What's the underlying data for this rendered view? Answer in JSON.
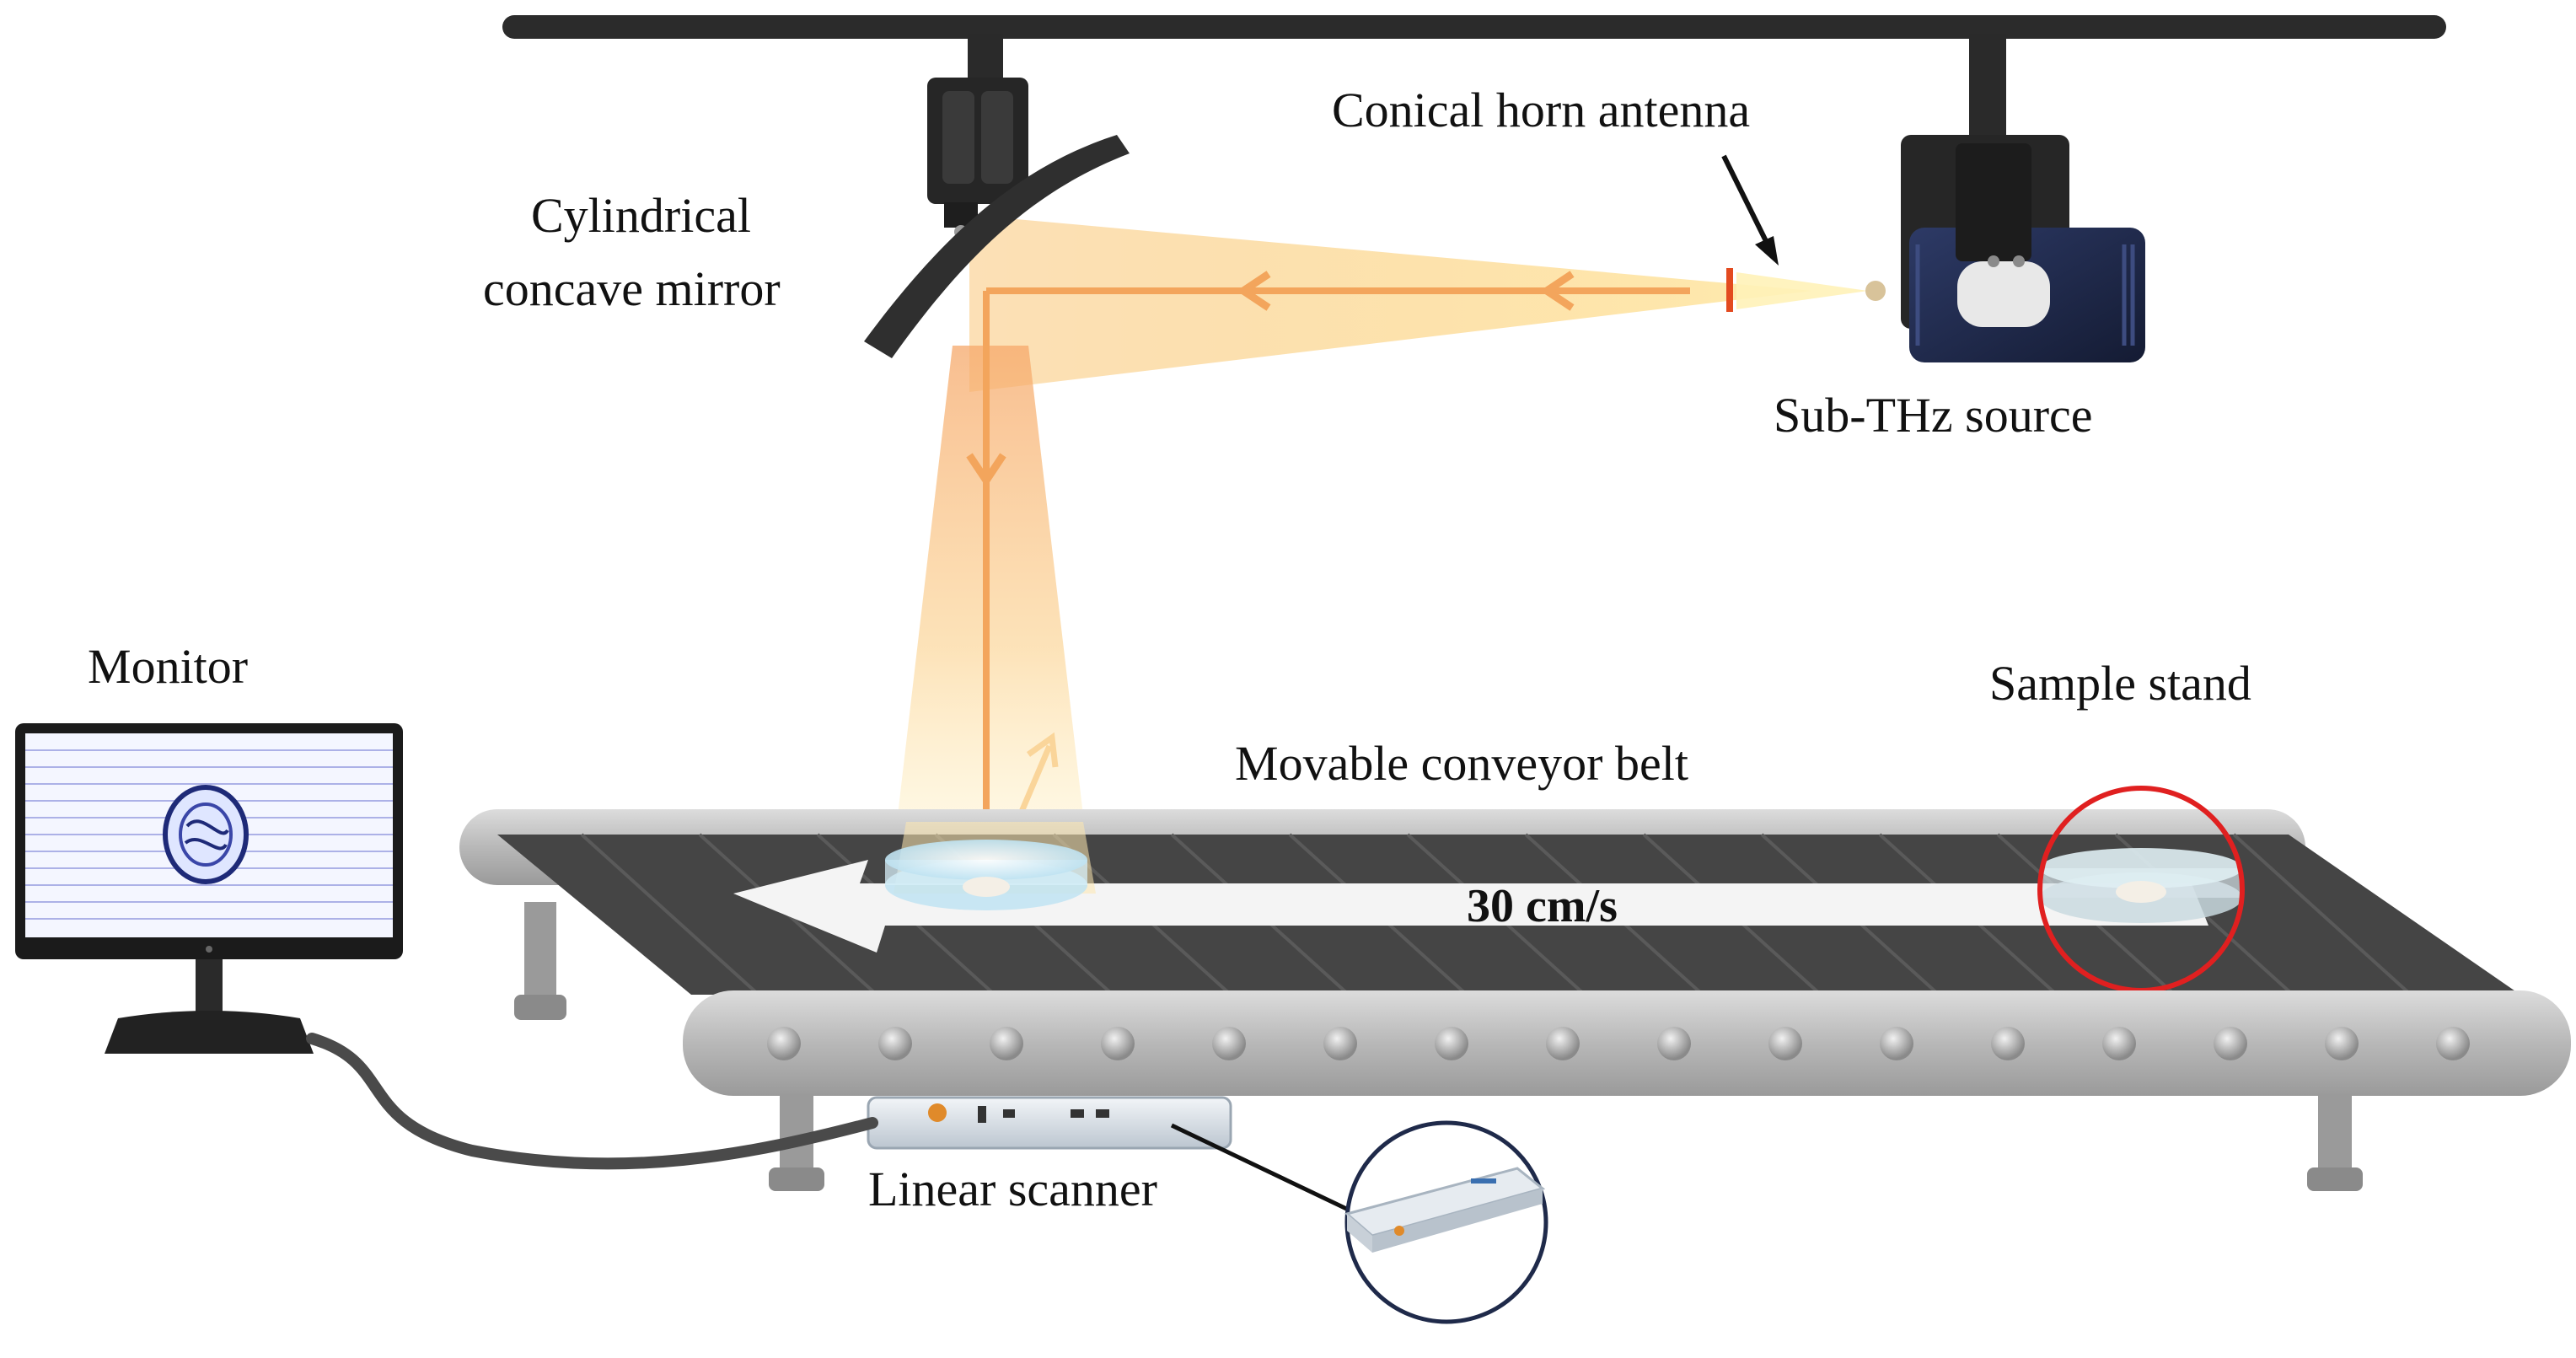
{
  "labels": {
    "horn": "Conical horn antenna",
    "mirror_line1": "Cylindrical",
    "mirror_line2": "concave mirror",
    "source": "Sub-THz source",
    "monitor": "Monitor",
    "sample_stand": "Sample stand",
    "conveyor": "Movable conveyor belt",
    "speed": "30 cm/s",
    "scanner": "Linear scanner"
  },
  "colors": {
    "beam": "#f6b26b",
    "beam_glow": "#fde7b0",
    "highlight_circle": "#e02020",
    "belt": "#4a4a4a",
    "frame": "#b5b5b5",
    "source_body": "#1f2a4a"
  }
}
